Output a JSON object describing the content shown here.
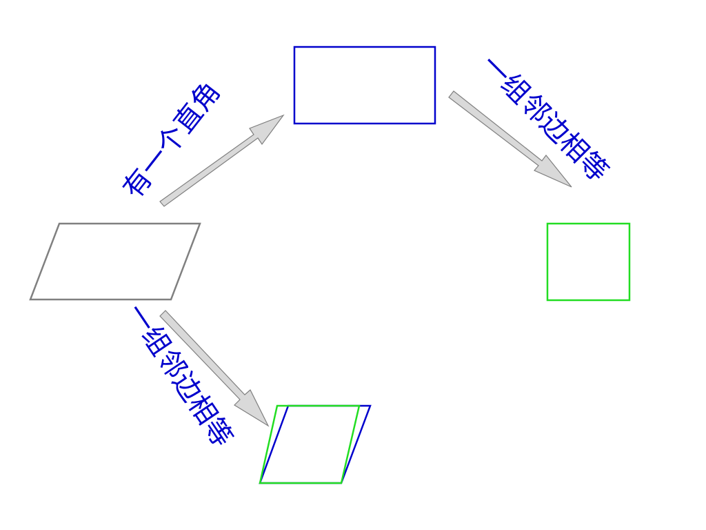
{
  "labels": {
    "to_rectangle": "有一个直角",
    "to_square": "一组邻边相等",
    "to_rhombus": "一组邻边相等"
  },
  "colors": {
    "parallelogram": "#808080",
    "rectangle": "#0000cc",
    "square": "#22dd22",
    "rhombus_blue": "#0000cc",
    "rhombus_green": "#22dd22",
    "label": "#0000cc",
    "arrow_fill": "#d9d9d9",
    "arrow_stroke": "#7f7f7f"
  }
}
